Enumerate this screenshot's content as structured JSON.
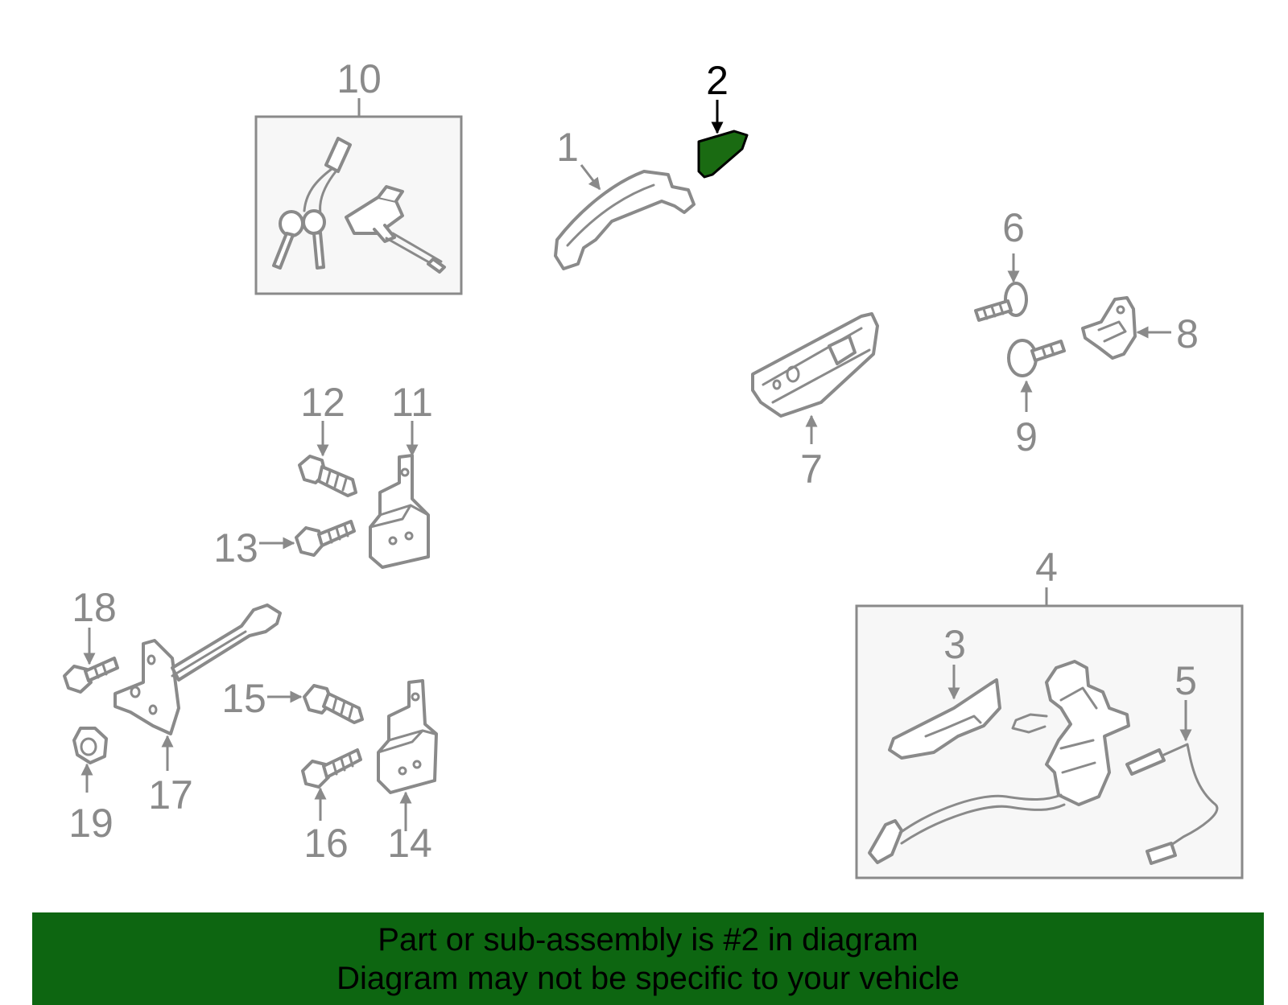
{
  "colors": {
    "highlight_fill": "#1a6b12",
    "line_gray": "#8a8a8a",
    "banner_bg": "#0d6611"
  },
  "callouts": {
    "c1": "1",
    "c2": "2",
    "c3": "3",
    "c4": "4",
    "c5": "5",
    "c6": "6",
    "c7": "7",
    "c8": "8",
    "c9": "9",
    "c10": "10",
    "c11": "11",
    "c12": "12",
    "c13": "13",
    "c14": "14",
    "c15": "15",
    "c16": "16",
    "c17": "17",
    "c18": "18",
    "c19": "19"
  },
  "banner": {
    "line1": "Part or sub-assembly is #2 in diagram",
    "line2": "Diagram may not be specific to your vehicle"
  }
}
